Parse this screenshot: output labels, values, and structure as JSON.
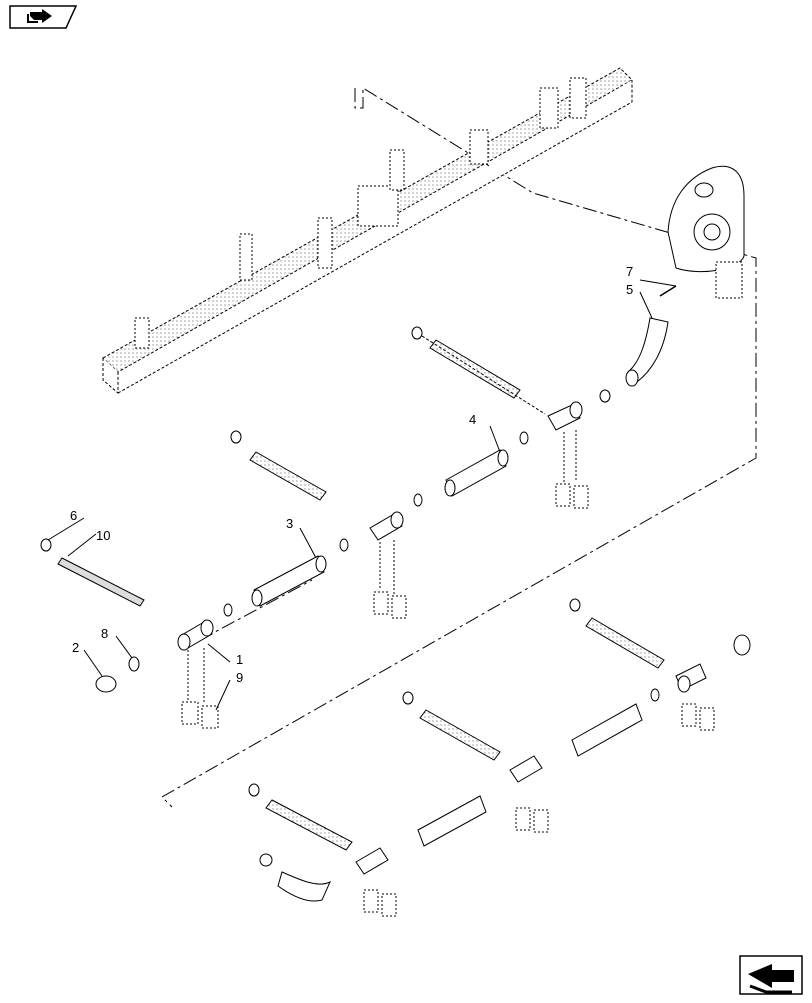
{
  "header": {
    "badge_icon": "return-arrow-icon"
  },
  "footer": {
    "nav_icon": "next-page-arrow-icon"
  },
  "callouts": {
    "c1": "1",
    "c2": "2",
    "c3": "3",
    "c4": "4",
    "c5": "5",
    "c6": "6",
    "c7": "7",
    "c8": "8",
    "c9": "9",
    "c10": "10"
  }
}
